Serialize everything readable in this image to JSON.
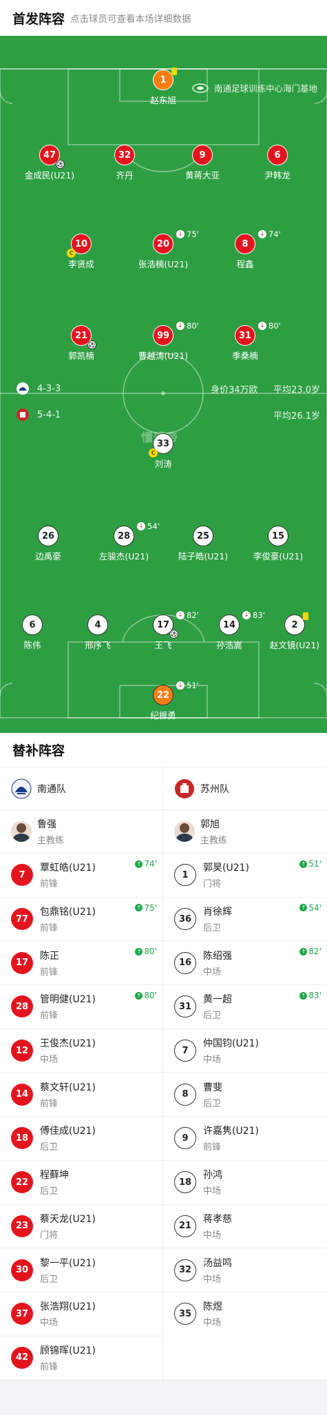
{
  "header": {
    "title": "首发阵容",
    "subtitle": "点击球员可查看本场详细数据"
  },
  "pitch": {
    "stadium": "南通足球训练中心海门基地",
    "watermark": "懂球帝",
    "home_formation": "4-3-3",
    "home_value": "身价34万欧",
    "home_avg_age": "平均23.0岁",
    "away_formation": "5-4-1",
    "away_avg_age": "平均26.1岁",
    "colors": {
      "grass": "#2e9e43",
      "home": "#e4141f",
      "away": "#ffffff",
      "gk": "#fa7d14"
    }
  },
  "home_players": [
    {
      "num": "1",
      "name": "赵东旭",
      "gk": true,
      "yellow": true
    },
    {
      "num": "47",
      "name": "金成民(U21)",
      "goal": true
    },
    {
      "num": "32",
      "name": "齐丹"
    },
    {
      "num": "9",
      "name": "黄蒋大亚"
    },
    {
      "num": "6",
      "name": "尹韩龙"
    },
    {
      "num": "10",
      "name": "李贤成",
      "captain": true
    },
    {
      "num": "20",
      "name": "张浩楠(U21)",
      "sub_out": "75'"
    },
    {
      "num": "8",
      "name": "程鑫",
      "sub_out": "74'"
    },
    {
      "num": "21",
      "name": "郭凯楠",
      "goal": true
    },
    {
      "num": "99",
      "name": "曹越涛(U21)",
      "sub_out": "80'"
    },
    {
      "num": "31",
      "name": "季桑楠",
      "sub_out": "80'"
    }
  ],
  "away_players": [
    {
      "num": "33",
      "name": "刘涛",
      "captain": true
    },
    {
      "num": "26",
      "name": "边禹豪"
    },
    {
      "num": "28",
      "name": "左骏杰(U21)",
      "sub_out": "54'"
    },
    {
      "num": "25",
      "name": "陆子皓(U21)"
    },
    {
      "num": "15",
      "name": "李俊豪(U21)"
    },
    {
      "num": "6",
      "name": "陈伟"
    },
    {
      "num": "4",
      "name": "邢序飞"
    },
    {
      "num": "17",
      "name": "王飞",
      "sub_out": "82'",
      "goal": true
    },
    {
      "num": "14",
      "name": "孙浩嵩",
      "sub_out": "83'"
    },
    {
      "num": "2",
      "name": "赵文镜(U21)",
      "yellow": true
    },
    {
      "num": "22",
      "name": "纪振勇",
      "gk": true,
      "sub_out": "51'"
    }
  ],
  "subs_section": {
    "title": "替补阵容"
  },
  "home_team": {
    "name": "南通队",
    "coach": {
      "name": "鲁强",
      "role": "主教练"
    },
    "subs": [
      {
        "num": "7",
        "name": "覃虹皓(U21)",
        "pos": "前锋",
        "in": "74'"
      },
      {
        "num": "77",
        "name": "包鼎铭(U21)",
        "pos": "前锋",
        "in": "75'"
      },
      {
        "num": "17",
        "name": "陈正",
        "pos": "前锋",
        "in": "80'"
      },
      {
        "num": "28",
        "name": "管明健(U21)",
        "pos": "前锋",
        "in": "80'"
      },
      {
        "num": "12",
        "name": "王俊杰(U21)",
        "pos": "中场"
      },
      {
        "num": "14",
        "name": "蔡文轩(U21)",
        "pos": "前锋"
      },
      {
        "num": "18",
        "name": "傅佳成(U21)",
        "pos": "后卫"
      },
      {
        "num": "22",
        "name": "程藓坤",
        "pos": "后卫"
      },
      {
        "num": "23",
        "name": "蔡天龙(U21)",
        "pos": "门将"
      },
      {
        "num": "30",
        "name": "黎一平(U21)",
        "pos": "后卫"
      },
      {
        "num": "37",
        "name": "张浩翔(U21)",
        "pos": "中场"
      },
      {
        "num": "42",
        "name": "顾锦晖(U21)",
        "pos": "前锋"
      }
    ]
  },
  "away_team": {
    "name": "苏州队",
    "coach": {
      "name": "郭旭",
      "role": "主教练"
    },
    "subs": [
      {
        "num": "1",
        "name": "郭昊(U21)",
        "pos": "门将",
        "in": "51'"
      },
      {
        "num": "36",
        "name": "肖徐辉",
        "pos": "后卫",
        "in": "54'"
      },
      {
        "num": "16",
        "name": "陈绍强",
        "pos": "中场",
        "in": "82'"
      },
      {
        "num": "31",
        "name": "黄一超",
        "pos": "后卫",
        "in": "83'"
      },
      {
        "num": "7",
        "name": "仲国钧(U21)",
        "pos": "中场"
      },
      {
        "num": "8",
        "name": "曹斐",
        "pos": "后卫"
      },
      {
        "num": "9",
        "name": "许嘉隽(U21)",
        "pos": "前锋"
      },
      {
        "num": "18",
        "name": "孙鸿",
        "pos": "中场"
      },
      {
        "num": "21",
        "name": "蒋孝慈",
        "pos": "中场"
      },
      {
        "num": "32",
        "name": "汤益鸣",
        "pos": "中场"
      },
      {
        "num": "35",
        "name": "陈煜",
        "pos": "中场"
      }
    ]
  }
}
